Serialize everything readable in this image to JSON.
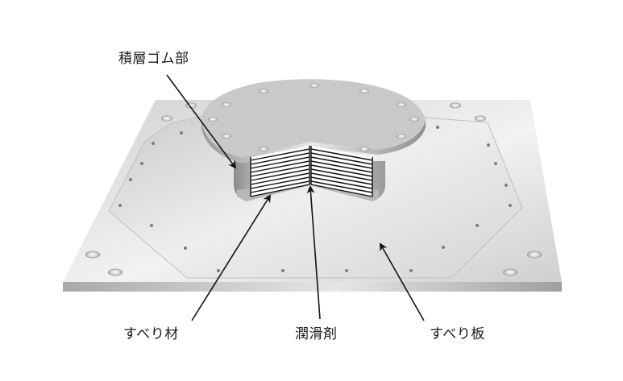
{
  "diagram": {
    "type": "cutaway illustration",
    "subject": "sliding bearing (seismic isolation)",
    "labels": {
      "laminated_rubber": "積層ゴム部",
      "sliding_material": "すべり材",
      "lubricant": "潤滑剤",
      "sliding_plate": "すべり板"
    },
    "colors": {
      "background": "#ffffff",
      "plate_top": "#dcdcdc",
      "plate_edge": "#bdbdbd",
      "flange": "#c8c8c8",
      "rubber_stripes": "#111111",
      "arrow": "#1a1212",
      "text": "#1a1a1a"
    },
    "counts": {
      "rubber_layers": 10,
      "flange_bolt_holes": 11,
      "plate_corner_holes": 8
    }
  }
}
